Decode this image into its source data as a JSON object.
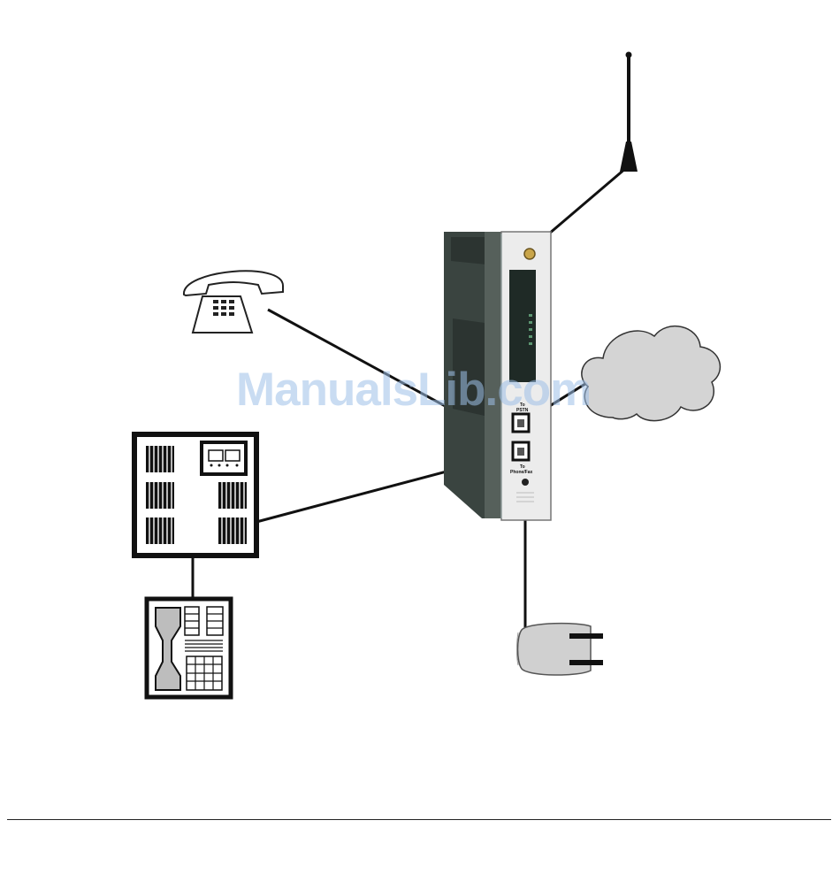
{
  "diagram": {
    "device": {
      "port_pstn_label": "PSTN",
      "port_pstn_prefix": "To",
      "port_phone_label": "Phone/Fax",
      "port_phone_prefix": "To"
    },
    "watermark": "ManualsLib.com"
  }
}
